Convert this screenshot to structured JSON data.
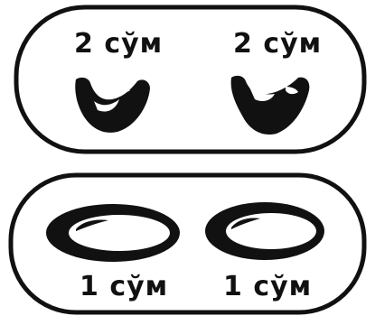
{
  "panels": {
    "top": {
      "left_label": "2 сўм",
      "right_label": "2 сўм"
    },
    "bottom": {
      "left_label": "1 сўм",
      "right_label": "1 сўм"
    }
  },
  "colors": {
    "ink": "#111111",
    "background": "#ffffff"
  }
}
